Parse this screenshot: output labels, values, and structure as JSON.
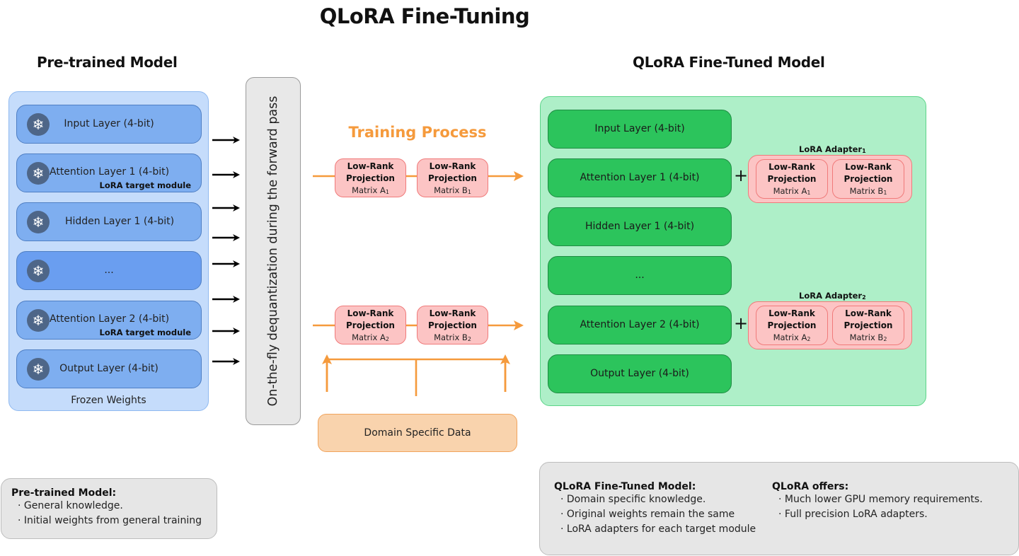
{
  "title": "QLoRA Fine-Tuning",
  "pretrained": {
    "heading": "Pre-trained Model",
    "layers": [
      {
        "label": "Input Layer (4-bit)",
        "tag": null
      },
      {
        "label": "Attention Layer 1 (4-bit)",
        "tag": "LoRA target module"
      },
      {
        "label": "Hidden Layer 1 (4-bit)",
        "tag": null
      },
      {
        "label": "...",
        "tag": null
      },
      {
        "label": "Attention Layer 2 (4-bit)",
        "tag": "LoRA target module"
      },
      {
        "label": "Output Layer (4-bit)",
        "tag": null
      }
    ],
    "footer": "Frozen Weights",
    "icon": "snowflake-icon",
    "icon_glyph": "❄"
  },
  "dequant": {
    "label": "On-the-fly dequantization during the forward pass"
  },
  "training": {
    "heading": "Training Process",
    "rows": [
      {
        "a": {
          "title1": "Low-Rank",
          "title2": "Projection",
          "matrix": "Matrix A",
          "sub": "1"
        },
        "b": {
          "title1": "Low-Rank",
          "title2": "Projection",
          "matrix": "Matrix B",
          "sub": "1"
        }
      },
      {
        "a": {
          "title1": "Low-Rank",
          "title2": "Projection",
          "matrix": "Matrix A",
          "sub": "2"
        },
        "b": {
          "title1": "Low-Rank",
          "title2": "Projection",
          "matrix": "Matrix B",
          "sub": "2"
        }
      }
    ],
    "data_source": "Domain Specific Data"
  },
  "finetuned": {
    "heading": "QLoRA Fine-Tuned Model",
    "layers": [
      "Input Layer (4-bit)",
      "Attention Layer 1 (4-bit)",
      "Hidden Layer 1 (4-bit)",
      "...",
      "Attention Layer 2 (4-bit)",
      "Output Layer (4-bit)"
    ],
    "plus": "+",
    "adapters": [
      {
        "title": "LoRA Adapter",
        "sub": "1",
        "a": {
          "title1": "Low-Rank",
          "title2": "Projection",
          "matrix": "Matrix A",
          "sub": "1"
        },
        "b": {
          "title1": "Low-Rank",
          "title2": "Projection",
          "matrix": "Matrix B",
          "sub": "1"
        }
      },
      {
        "title": "LoRA Adapter",
        "sub": "2",
        "a": {
          "title1": "Low-Rank",
          "title2": "Projection",
          "matrix": "Matrix A",
          "sub": "2"
        },
        "b": {
          "title1": "Low-Rank",
          "title2": "Projection",
          "matrix": "Matrix B",
          "sub": "2"
        }
      }
    ]
  },
  "notes": {
    "pretrained": {
      "heading": "Pre-trained Model:",
      "items": [
        "General knowledge.",
        "Initial weights from general training"
      ]
    },
    "finetuned": {
      "heading": "QLoRA Fine-Tuned Model:",
      "items": [
        "Domain specific knowledge.",
        "Original weights remain the same",
        "LoRA adapters for each target module"
      ]
    },
    "offers": {
      "heading": "QLoRA offers:",
      "items": [
        "Much lower GPU memory requirements.",
        "Full precision LoRA adapters."
      ]
    },
    "bullet": "·"
  },
  "colors": {
    "pretrained_panel": "#c5dcfb",
    "pretrained_layer": "#7eaef0",
    "finetuned_panel": "#aeefc8",
    "finetuned_layer": "#2cc45c",
    "lora_box": "#fcc4c4",
    "training_accent": "#f59a3c",
    "domain_data": "#f9d3ad",
    "note_bg": "#e6e6e6"
  }
}
